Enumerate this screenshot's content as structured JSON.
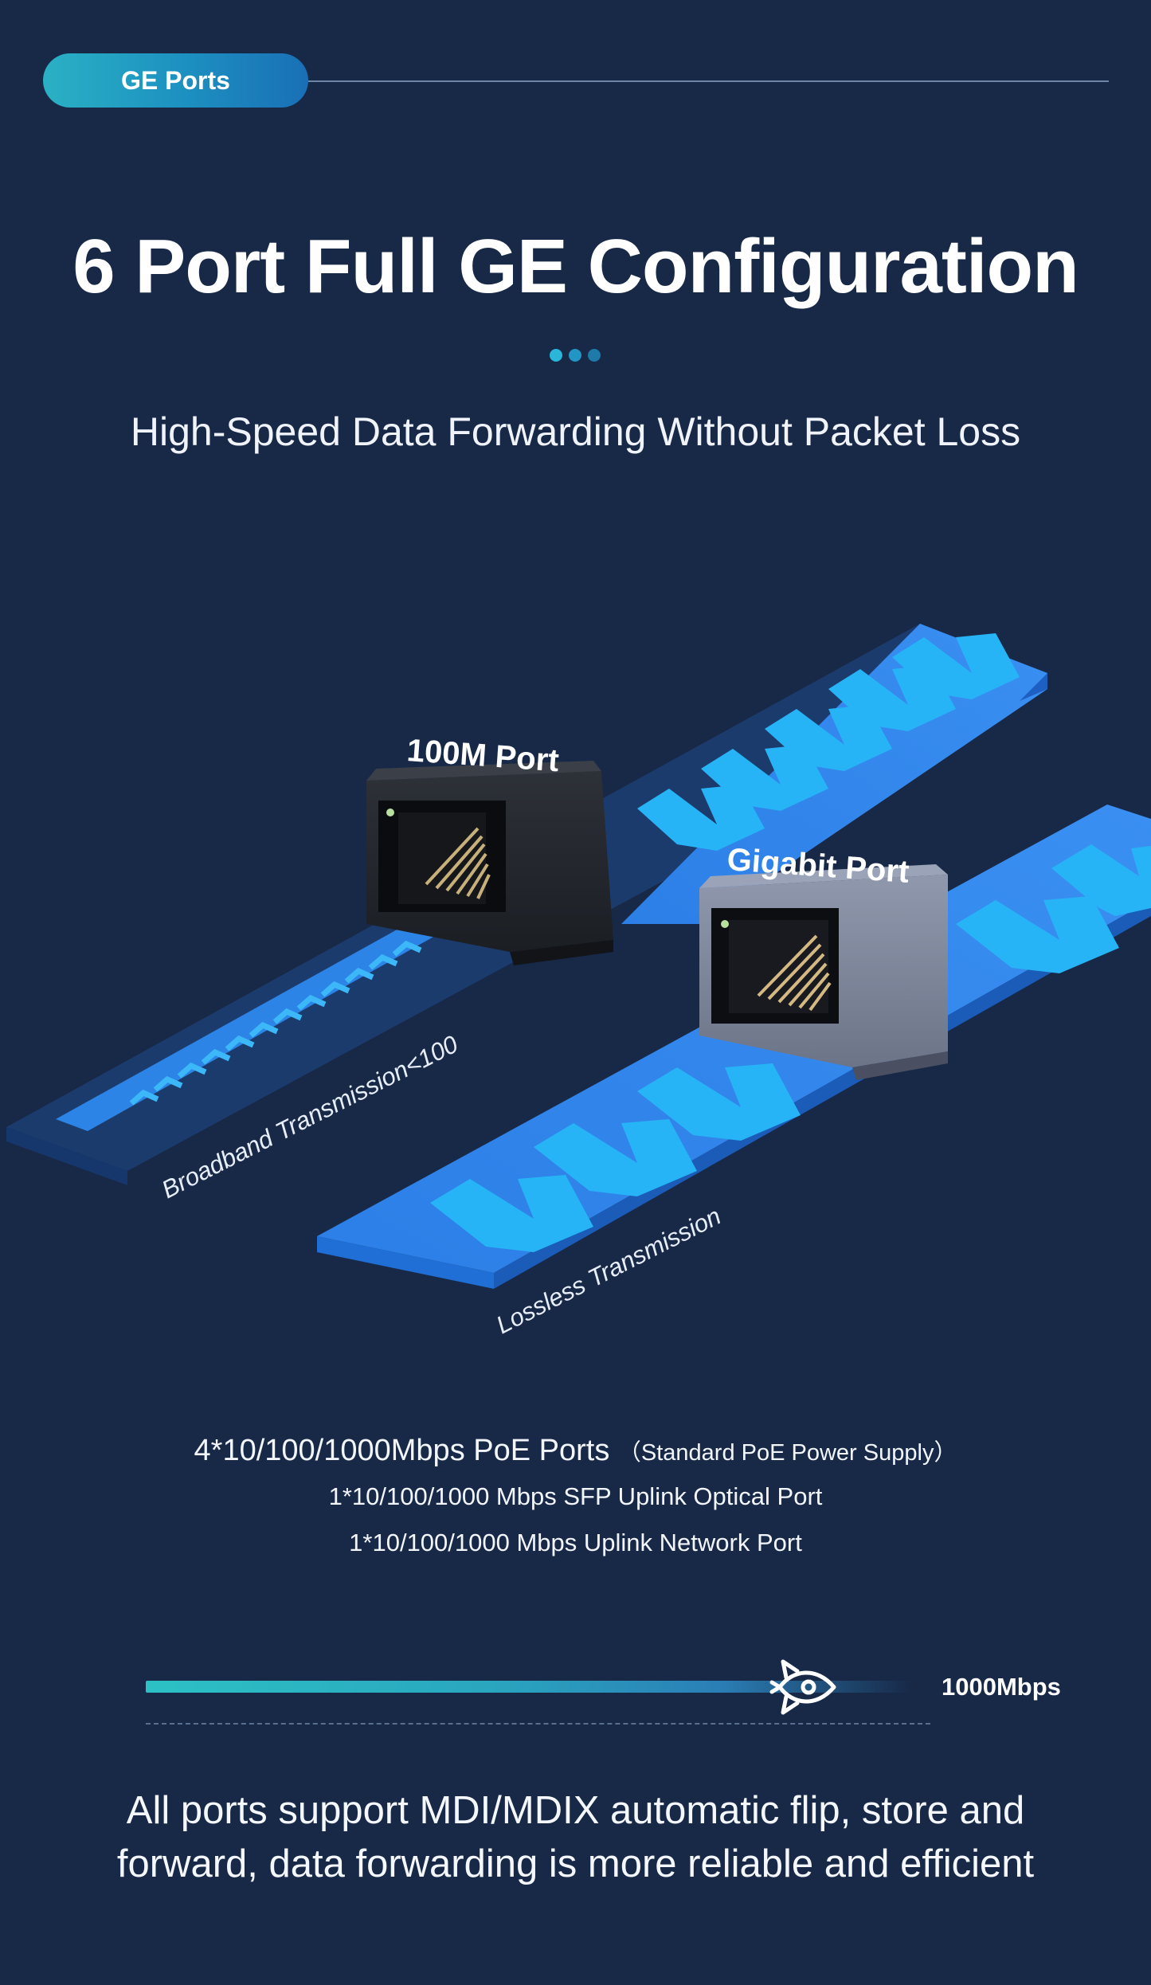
{
  "header": {
    "pill_label": "GE Ports"
  },
  "hero": {
    "title": "6 Port Full GE Configuration",
    "subtitle": "High-Speed Data Forwarding Without Packet Loss"
  },
  "illustration": {
    "port_100m_label": "100M Port",
    "port_gigabit_label": "Gigabit Port",
    "track_100m_caption": "Broadband Transmission<100",
    "track_gigabit_caption": "Lossless Transmission"
  },
  "ports": {
    "line1_main": "4*10/100/1000Mbps PoE Ports",
    "line1_note": "（Standard PoE Power Supply）",
    "line2": "1*10/100/1000 Mbps SFP Uplink Optical Port",
    "line3": "1*10/100/1000 Mbps Uplink Network Port"
  },
  "speed": {
    "label": "1000Mbps",
    "icon": "rocket-icon"
  },
  "footer": {
    "line1": "All ports support MDI/MDIX automatic flip, store and",
    "line2": "forward, data forwarding is more reliable and efficient"
  },
  "colors": {
    "background": "#182948",
    "accent_teal": "#2ab1c4",
    "track_blue": "#2f86ee",
    "chevron_blue": "#22b0f5"
  }
}
